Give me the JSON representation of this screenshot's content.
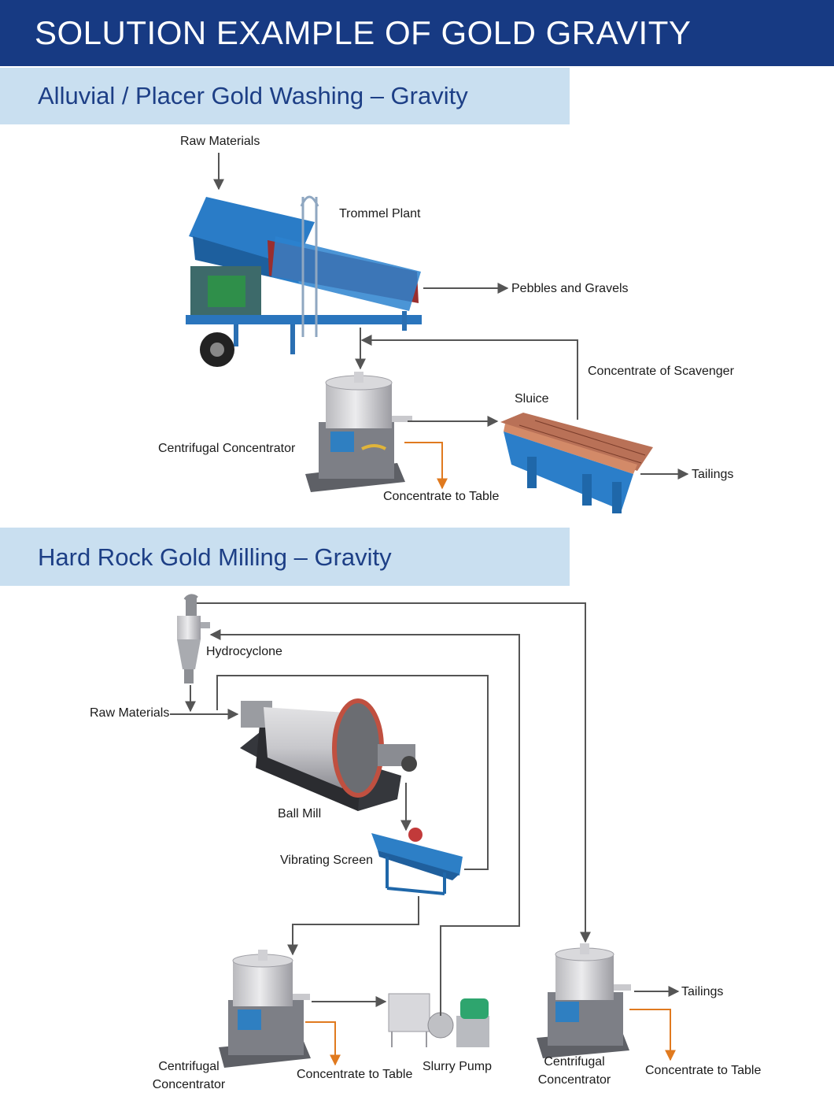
{
  "header": {
    "title": "SOLUTION EXAMPLE OF GOLD GRAVITY"
  },
  "section1": {
    "title": "Alluvial / Placer Gold Washing – Gravity",
    "labels": {
      "raw_materials": "Raw Materials",
      "trommel_plant": "Trommel Plant",
      "pebbles": "Pebbles and Gravels",
      "concentrate_scavenger": "Concentrate of Scavenger",
      "sluice": "Sluice",
      "centrifugal": "Centrifugal Concentrator",
      "tailings": "Tailings",
      "concentrate_table": "Concentrate to Table"
    }
  },
  "section2": {
    "title": "Hard Rock Gold Milling – Gravity",
    "labels": {
      "hydrocyclone": "Hydrocyclone",
      "raw_materials": "Raw Materials",
      "ball_mill": "Ball Mill",
      "vibrating_screen": "Vibrating Screen",
      "centrifugal_1_line1": "Centrifugal",
      "centrifugal_1_line2": "Concentrator",
      "concentrate_table_1": "Concentrate to Table",
      "slurry_pump": "Slurry Pump",
      "centrifugal_2_line1": "Centrifugal",
      "centrifugal_2_line2": "Concentrator",
      "tailings": "Tailings",
      "concentrate_table_2": "Concentrate to Table"
    }
  },
  "colors": {
    "banner": "#173a83",
    "section_bar": "#c9dff0",
    "flow_line": "#555555",
    "concentrate_arrow": "#e07a1f",
    "machine_blue": "#2e7fc4"
  }
}
